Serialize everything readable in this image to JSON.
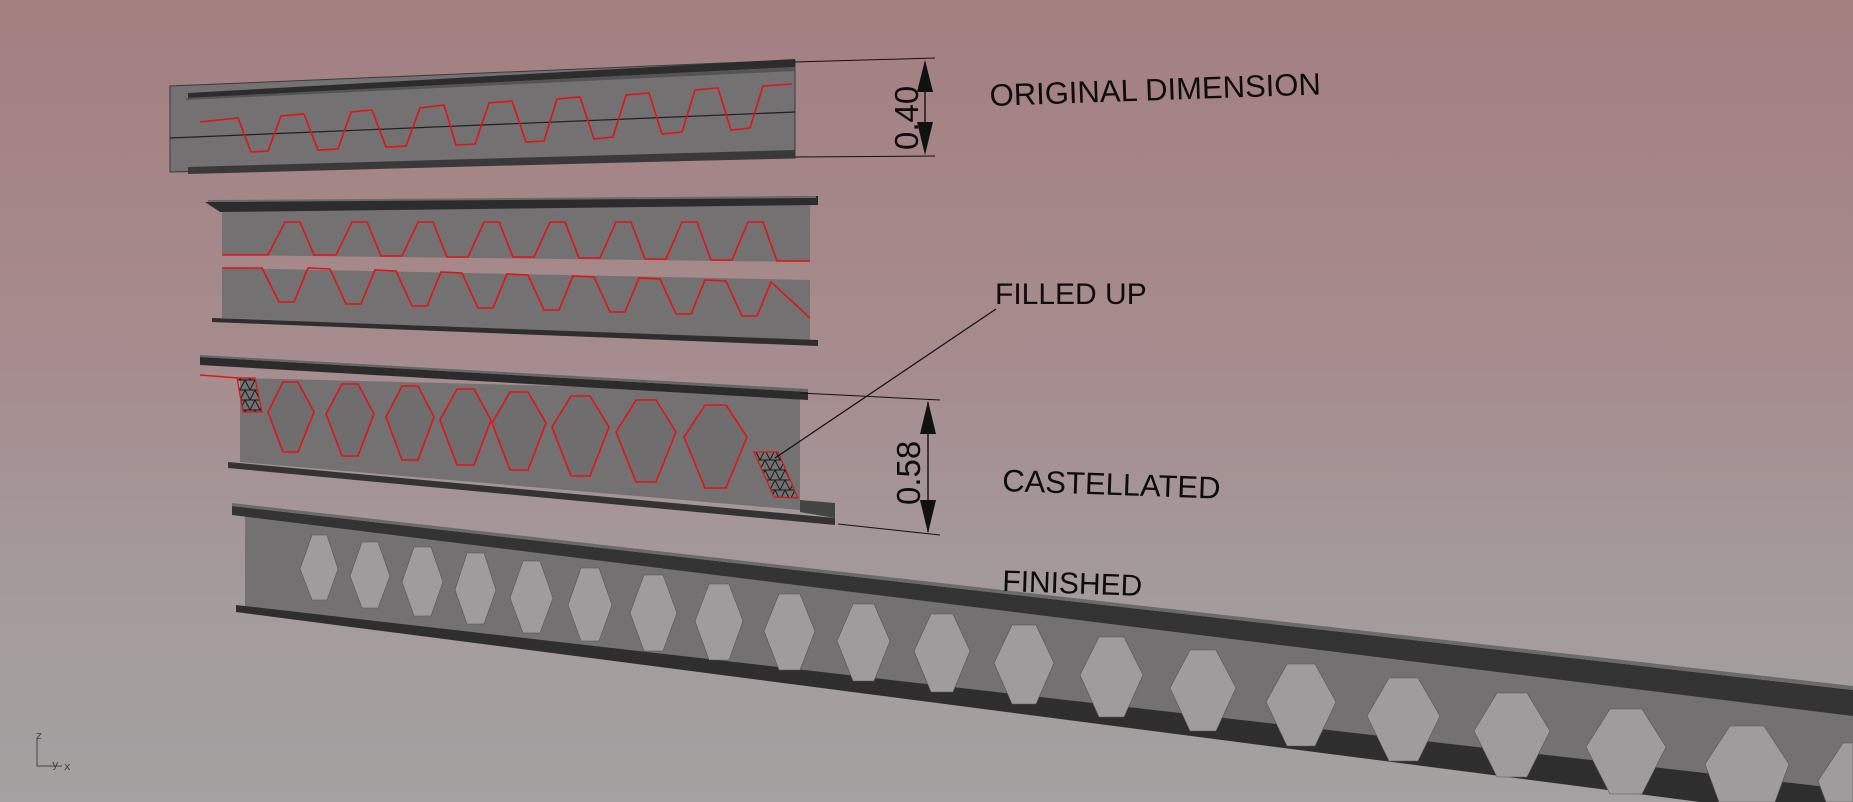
{
  "labels": {
    "original": "ORIGINAL DIMENSION",
    "filled": "FILLED UP",
    "castellated": "CASTELLATED",
    "finished": "FINISHED"
  },
  "dimensions": {
    "original_depth": "0.40",
    "castellated_depth": "0.58"
  },
  "axes": {
    "z": "z",
    "y": "y",
    "x": "x"
  },
  "colors": {
    "beam_web": "#727070",
    "beam_flange": "#3f3e3e",
    "cut_line": "#e11414",
    "hatch": "#1a1a1a"
  }
}
